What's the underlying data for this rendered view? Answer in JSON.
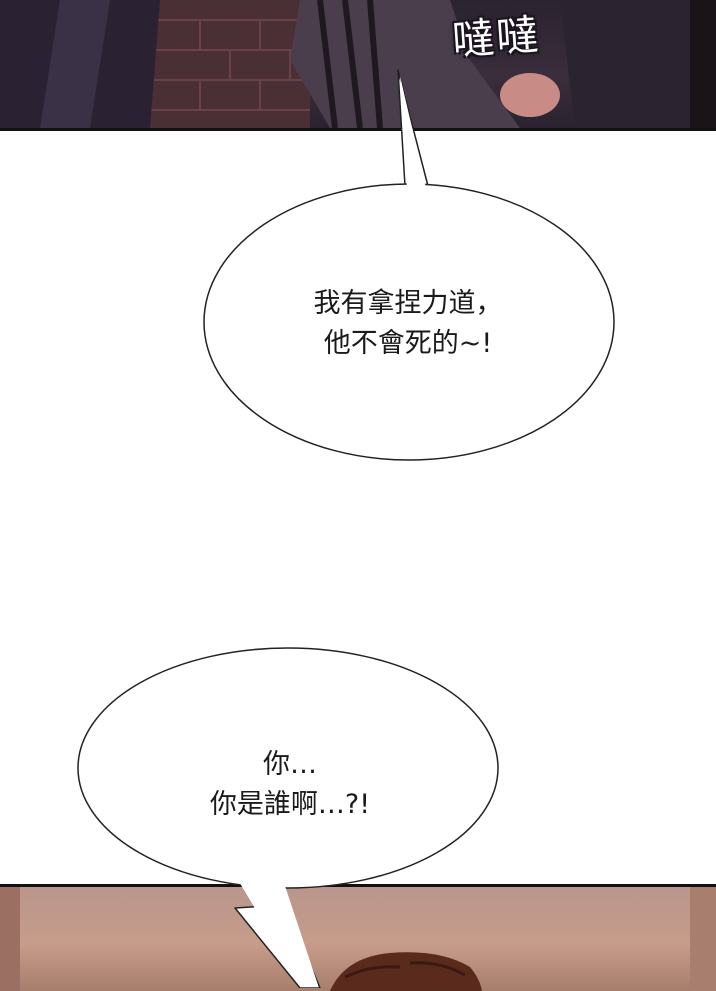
{
  "top_panel": {
    "sound_effect": "噠噠"
  },
  "speech_bubble_1": {
    "lines": [
      "我有拿捏力道，",
      "他不會死的~!"
    ]
  },
  "speech_bubble_2": {
    "lines": [
      "你…",
      "你是誰啊…?!"
    ]
  },
  "colors": {
    "dark_scene": "#2b2330",
    "warm_scene": "#c79c8a",
    "bubble_fill": "#ffffff",
    "bubble_stroke": "#222222"
  }
}
